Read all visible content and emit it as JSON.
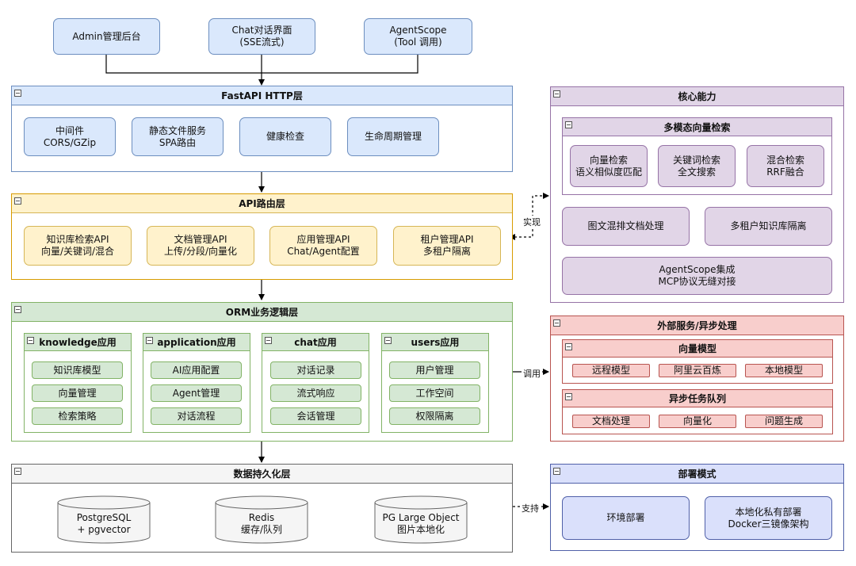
{
  "clients": {
    "admin": "Admin管理后台",
    "chat_l1": "Chat对话界面",
    "chat_l2": "(SSE流式)",
    "agent_l1": "AgentScope",
    "agent_l2": "(Tool 调用)"
  },
  "fastapi": {
    "title": "FastAPI HTTP层",
    "items": [
      {
        "l1": "中间件",
        "l2": "CORS/GZip"
      },
      {
        "l1": "静态文件服务",
        "l2": "SPA路由"
      },
      {
        "l1": "健康检查",
        "l2": ""
      },
      {
        "l1": "生命周期管理",
        "l2": ""
      }
    ]
  },
  "api": {
    "title": "API路由层",
    "items": [
      {
        "l1": "知识库检索API",
        "l2": "向量/关键词/混合"
      },
      {
        "l1": "文档管理API",
        "l2": "上传/分段/向量化"
      },
      {
        "l1": "应用管理API",
        "l2": "Chat/Agent配置"
      },
      {
        "l1": "租户管理API",
        "l2": "多租户隔离"
      }
    ]
  },
  "orm": {
    "title": "ORM业务逻辑层",
    "groups": [
      {
        "title": "knowledge应用",
        "items": [
          "知识库模型",
          "向量管理",
          "检索策略"
        ]
      },
      {
        "title": "application应用",
        "items": [
          "AI应用配置",
          "Agent管理",
          "对话流程"
        ]
      },
      {
        "title": "chat应用",
        "items": [
          "对话记录",
          "流式响应",
          "会话管理"
        ]
      },
      {
        "title": "users应用",
        "items": [
          "用户管理",
          "工作空间",
          "权限隔离"
        ]
      }
    ]
  },
  "data": {
    "title": "数据持久化层",
    "dbs": [
      {
        "l1": "PostgreSQL",
        "l2": "+ pgvector"
      },
      {
        "l1": "Redis",
        "l2": "缓存/队列"
      },
      {
        "l1": "PG Large Object",
        "l2": "图片本地化"
      }
    ]
  },
  "core": {
    "title": "核心能力",
    "vector": {
      "title": "多模态向量检索",
      "items": [
        {
          "l1": "向量检索",
          "l2": "语义相似度匹配"
        },
        {
          "l1": "关键词检索",
          "l2": "全文搜索"
        },
        {
          "l1": "混合检索",
          "l2": "RRF融合"
        }
      ]
    },
    "doc": "图文混排文档处理",
    "tenant": "多租户知识库隔离",
    "agent_l1": "AgentScope集成",
    "agent_l2": "MCP协议无缝对接"
  },
  "external": {
    "title": "外部服务/异步处理",
    "model": {
      "title": "向量模型",
      "items": [
        "远程模型",
        "阿里云百炼",
        "本地模型"
      ]
    },
    "queue": {
      "title": "异步任务队列",
      "items": [
        "文档处理",
        "向量化",
        "问题生成"
      ]
    }
  },
  "deploy": {
    "title": "部署模式",
    "env": "环境部署",
    "docker_l1": "本地化私有部署",
    "docker_l2": "Docker三镜像架构"
  },
  "edges": {
    "implement": "实现",
    "call": "调用",
    "support": "支持"
  }
}
